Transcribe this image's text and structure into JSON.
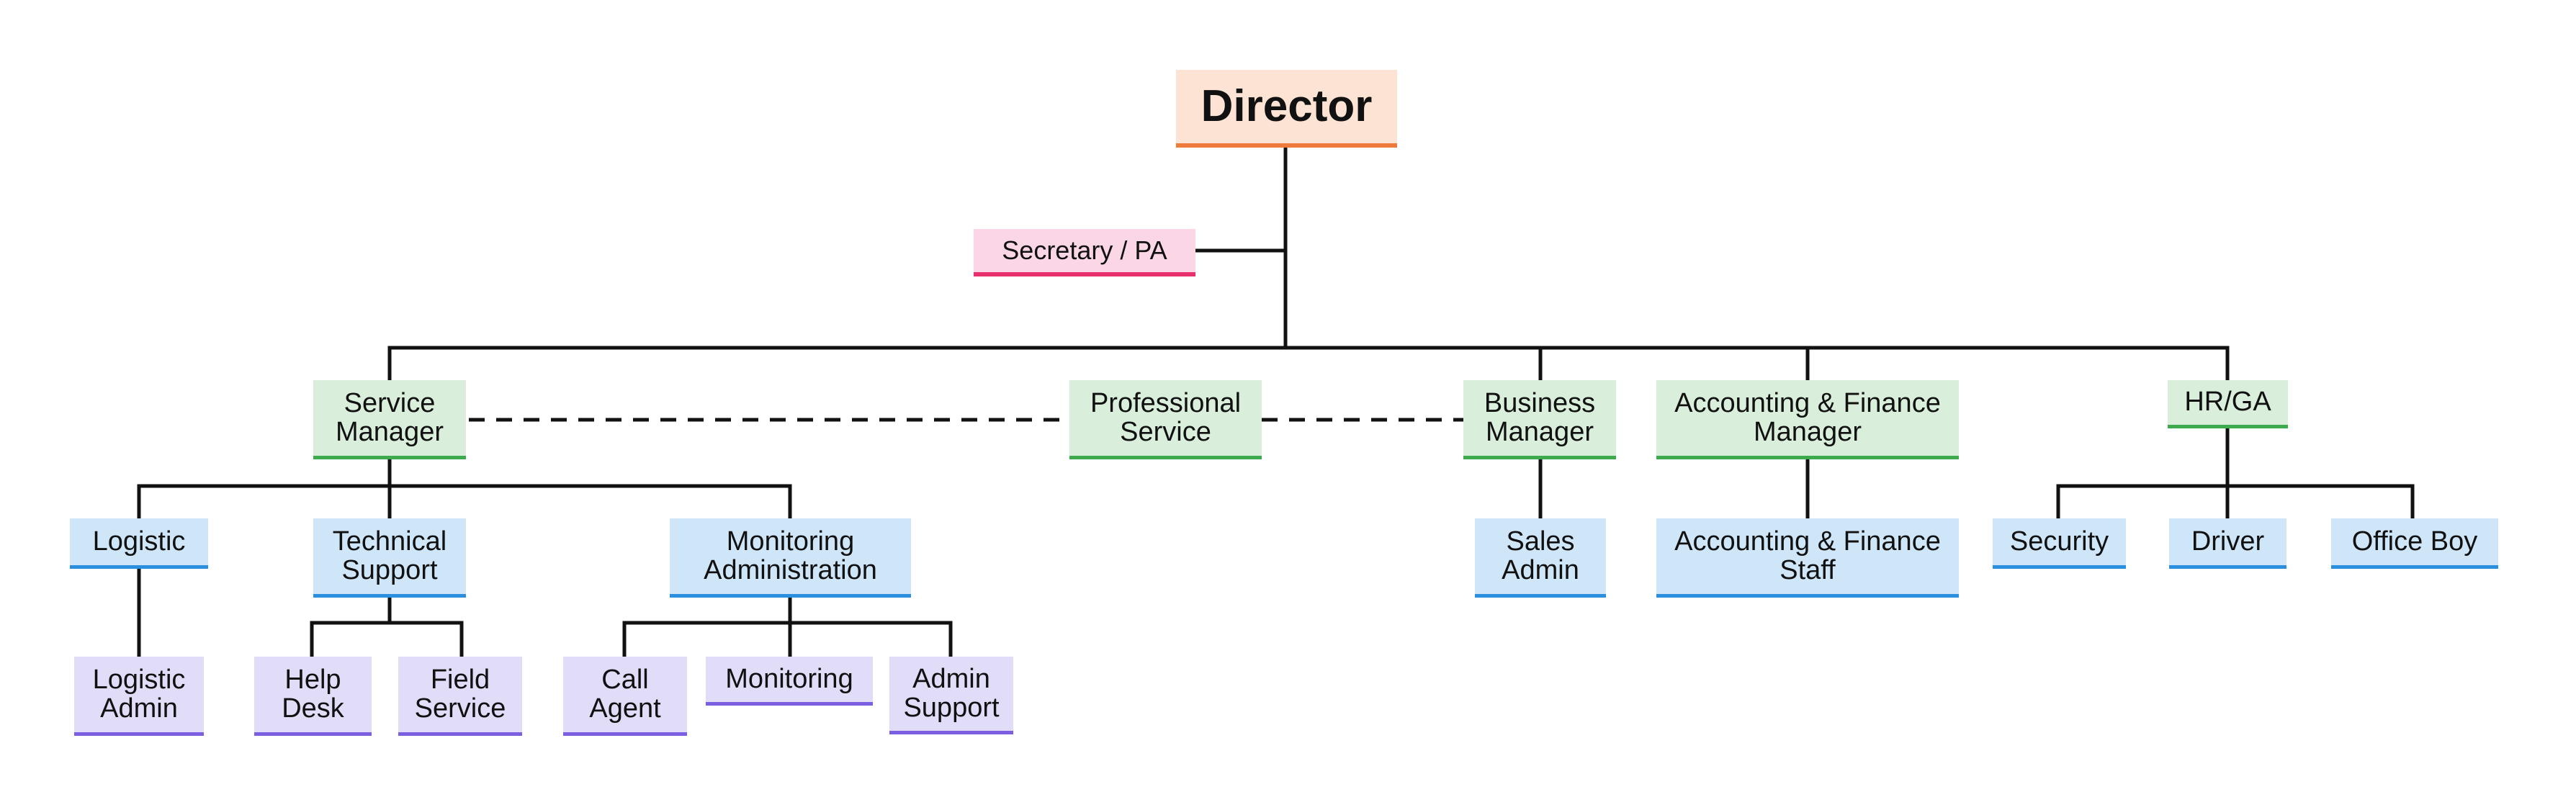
{
  "colors": {
    "line": "#111111",
    "director_fill": "#fde3d3",
    "director_border": "#ee7a3b",
    "secretary_fill": "#fbd6e6",
    "secretary_border": "#e8306f",
    "manager_fill": "#d9eedb",
    "manager_border": "#3daa4e",
    "staff_fill": "#cfe6f8",
    "staff_border": "#2b8fe0",
    "team_fill": "#e1dcf7",
    "team_border": "#7b5fe0"
  },
  "nodes": {
    "director": "Director",
    "secretary": "Secretary / PA",
    "service_manager": [
      "Service",
      "Manager"
    ],
    "professional_service": [
      "Professional",
      "Service"
    ],
    "business_manager": [
      "Business",
      "Manager"
    ],
    "acc_fin_manager": [
      "Accounting & Finance",
      "Manager"
    ],
    "hr_ga": "HR/GA",
    "logistic": "Logistic",
    "technical_support": [
      "Technical",
      "Support"
    ],
    "monitoring_administration": [
      "Monitoring",
      "Administration"
    ],
    "sales_admin": [
      "Sales",
      "Admin"
    ],
    "acc_fin_staff": [
      "Accounting & Finance",
      "Staff"
    ],
    "security": "Security",
    "driver": "Driver",
    "office_boy": "Office Boy",
    "logistic_admin": [
      "Logistic",
      "Admin"
    ],
    "help_desk": [
      "Help",
      "Desk"
    ],
    "field_service": [
      "Field",
      "Service"
    ],
    "call_agent": [
      "Call",
      "Agent"
    ],
    "monitoring": "Monitoring",
    "admin_support": [
      "Admin",
      "Support"
    ]
  }
}
